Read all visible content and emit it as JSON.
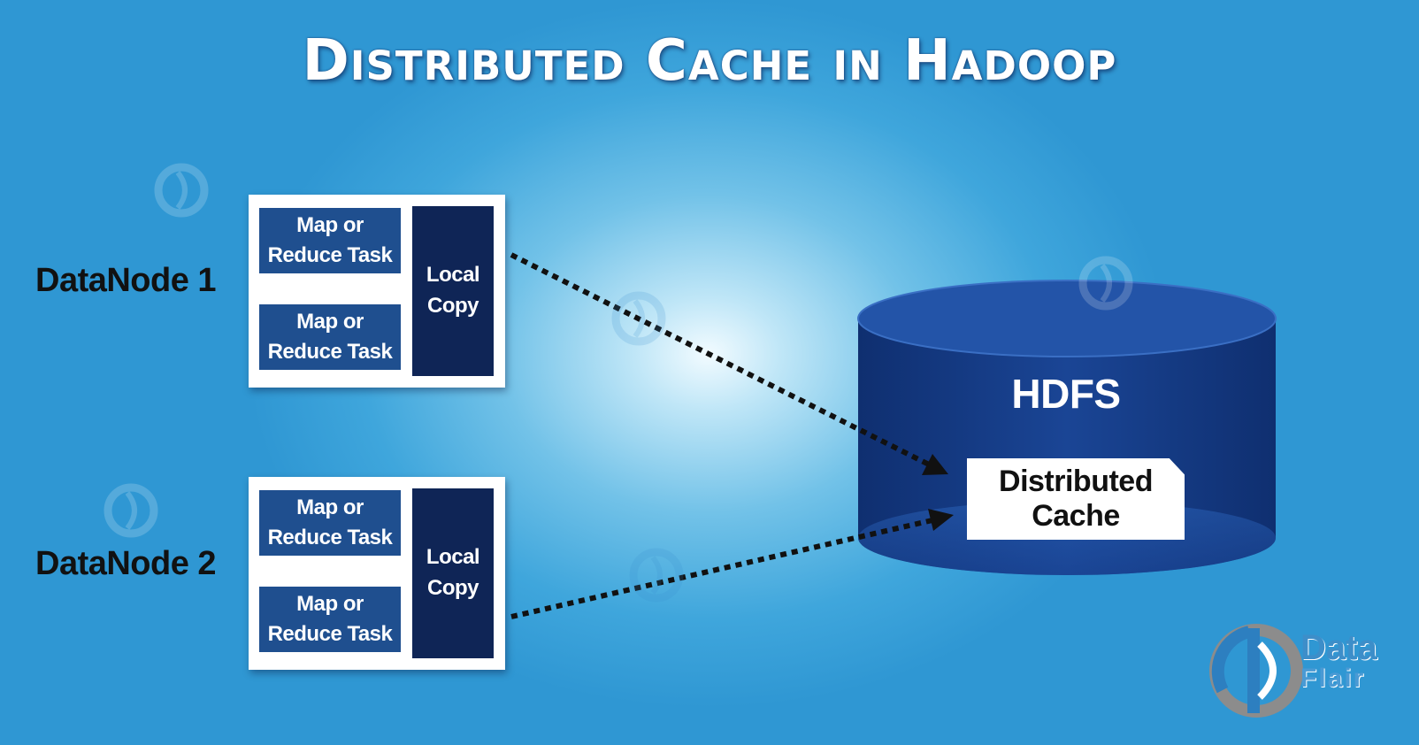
{
  "title": "Distributed Cache in Hadoop",
  "nodes": [
    {
      "label": "DataNode 1",
      "tasks": [
        "Map or\nReduce Task",
        "Map or\nReduce Task"
      ],
      "local": "Local\nCopy"
    },
    {
      "label": "DataNode 2",
      "tasks": [
        "Map or\nReduce Task",
        "Map or\nReduce Task"
      ],
      "local": "Local\nCopy"
    }
  ],
  "storage": {
    "label": "HDFS",
    "cache": "Distributed\nCache"
  },
  "brand": {
    "line1": "Data",
    "line2": "Flair"
  },
  "colors": {
    "task_block": "#1f4f8f",
    "local_block": "#0f2556",
    "cylinder": "#183f8c",
    "cylinder_top": "#2354a8",
    "arrow": "#111111"
  },
  "icons": [
    "dataflair-logo-icon",
    "arrowhead-icon"
  ]
}
